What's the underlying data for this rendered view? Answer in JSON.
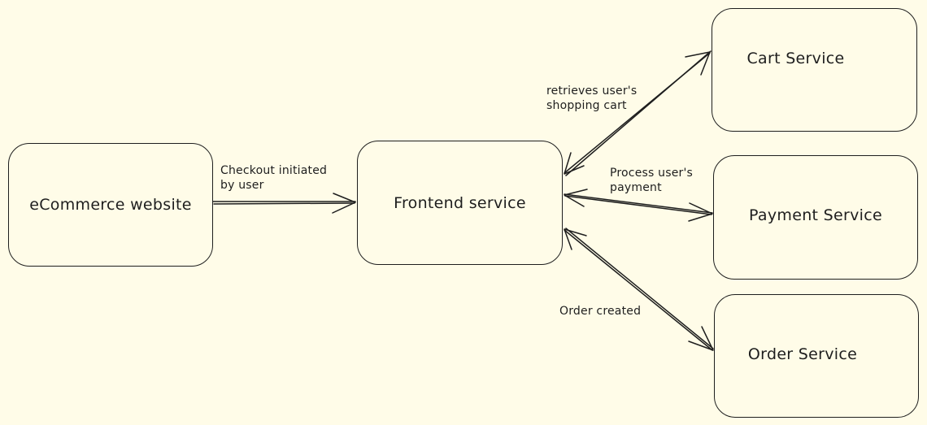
{
  "nodes": {
    "ecommerce": "eCommerce website",
    "frontend": "Frontend service",
    "cart": "Cart Service",
    "payment": "Payment Service",
    "order": "Order Service"
  },
  "edges": {
    "checkout": {
      "line1": "Checkout initiated",
      "line2": "by user"
    },
    "cart": {
      "line1": "retrieves user's",
      "line2": "shopping cart"
    },
    "payment": {
      "line1": "Process user's",
      "line2": "payment"
    },
    "order": {
      "line1": "Order created"
    }
  },
  "colors": {
    "background": "#fffce8",
    "stroke": "#1e1e1e"
  }
}
